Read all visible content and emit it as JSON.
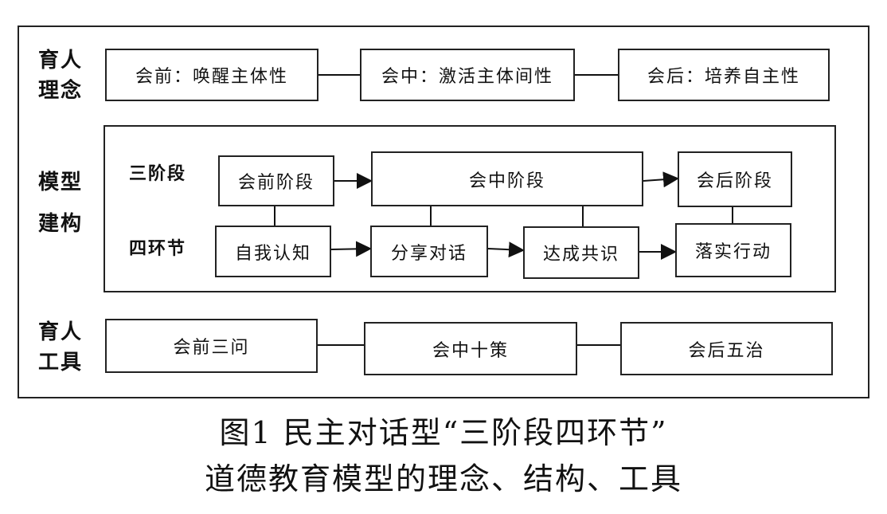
{
  "rows": {
    "concept": {
      "label_line1": "育人",
      "label_line2": "理念",
      "boxes": [
        "会前：唤醒主体性",
        "会中：激活主体间性",
        "会后：培养自主性"
      ]
    },
    "model": {
      "label_line1": "模型",
      "label_line2": "建构",
      "stages_label": "三阶段",
      "links_label": "四环节",
      "stages": [
        "会前阶段",
        "会中阶段",
        "会后阶段"
      ],
      "links": [
        "自我认知",
        "分享对话",
        "达成共识",
        "落实行动"
      ]
    },
    "tools": {
      "label_line1": "育人",
      "label_line2": "工具",
      "boxes": [
        "会前三问",
        "会中十策",
        "会后五治"
      ]
    }
  },
  "caption": {
    "line1": "图1  民主对话型“三阶段四环节”",
    "line2": "道德教育模型的理念、结构、工具"
  }
}
